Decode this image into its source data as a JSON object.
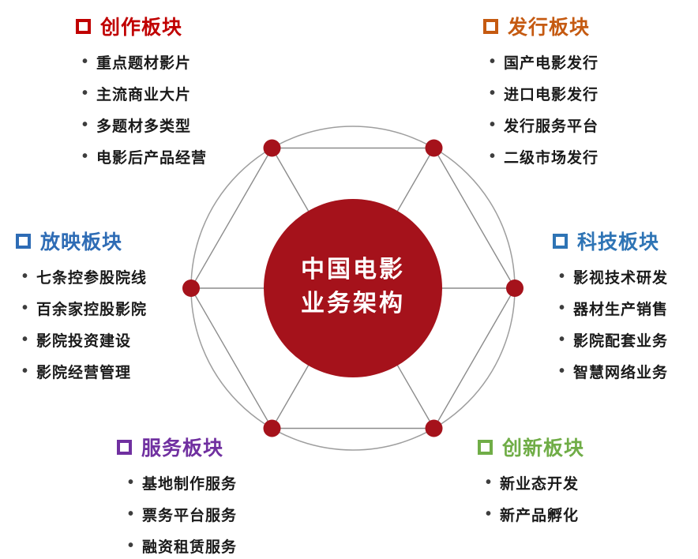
{
  "center": {
    "line1": "中国电影",
    "line2": "业务架构",
    "bg_color": "#A5121B",
    "text_color": "#FFFFFF"
  },
  "diagram": {
    "outer_circle_color": "#9E9E9E",
    "line_color": "#8C8C8C",
    "node_color": "#A5121B"
  },
  "sections": [
    {
      "label": "创作板块",
      "color": "#C00000",
      "items": [
        "重点题材影片",
        "主流商业大片",
        "多题材多类型",
        "电影后产品经营"
      ]
    },
    {
      "label": "发行板块",
      "color": "#C55A11",
      "items": [
        "国产电影发行",
        "进口电影发行",
        "发行服务平台",
        "二级市场发行"
      ]
    },
    {
      "label": "放映板块",
      "color": "#2E6CB5",
      "items": [
        "七条控参股院线",
        "百余家控股影院",
        "影院投资建设",
        "影院经营管理"
      ]
    },
    {
      "label": "科技板块",
      "color": "#2E74B5",
      "items": [
        "影视技术研发",
        "器材生产销售",
        "影院配套业务",
        "智慧网络业务"
      ]
    },
    {
      "label": "服务板块",
      "color": "#7030A0",
      "items": [
        "基地制作服务",
        "票务平台服务",
        "融资租赁服务"
      ]
    },
    {
      "label": "创新板块",
      "color": "#70AD47",
      "items": [
        "新业态开发",
        "新产品孵化"
      ]
    }
  ]
}
